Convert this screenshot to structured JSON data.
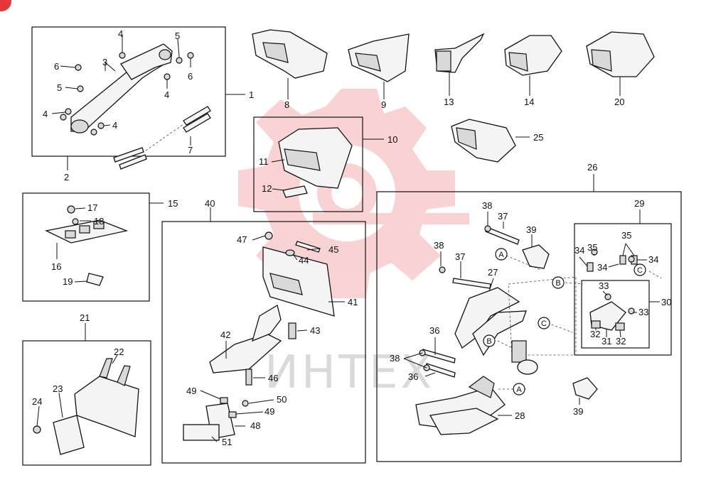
{
  "watermark": {
    "text": "ИНТЕХ",
    "color": "#e8373a"
  },
  "colors": {
    "accent": "#e8373a",
    "line": "#111111"
  },
  "callouts": {
    "n1": "1",
    "n2": "2",
    "n3": "3",
    "n4": "4",
    "n5": "5",
    "n6": "6",
    "n7": "7",
    "n8": "8",
    "n9": "9",
    "n10": "10",
    "n11": "11",
    "n12": "12",
    "n13": "13",
    "n14": "14",
    "n15": "15",
    "n16": "16",
    "n17": "17",
    "n18": "18",
    "n19": "19",
    "n20": "20",
    "n21": "21",
    "n22": "22",
    "n23": "23",
    "n24": "24",
    "n25": "25",
    "n26": "26",
    "n27": "27",
    "n28": "28",
    "n29": "29",
    "n30": "30",
    "n31": "31",
    "n32": "32",
    "n33": "33",
    "n34": "34",
    "n35": "35",
    "n36": "36",
    "n37": "37",
    "n38": "38",
    "n39": "39",
    "n40": "40",
    "n41": "41",
    "n42": "42",
    "n43": "43",
    "n44": "44",
    "n45": "45",
    "n46": "46",
    "n47": "47",
    "n48": "48",
    "n49": "49",
    "n50": "50",
    "n51": "51"
  },
  "markers": {
    "a": "A",
    "b": "B",
    "c": "C"
  }
}
